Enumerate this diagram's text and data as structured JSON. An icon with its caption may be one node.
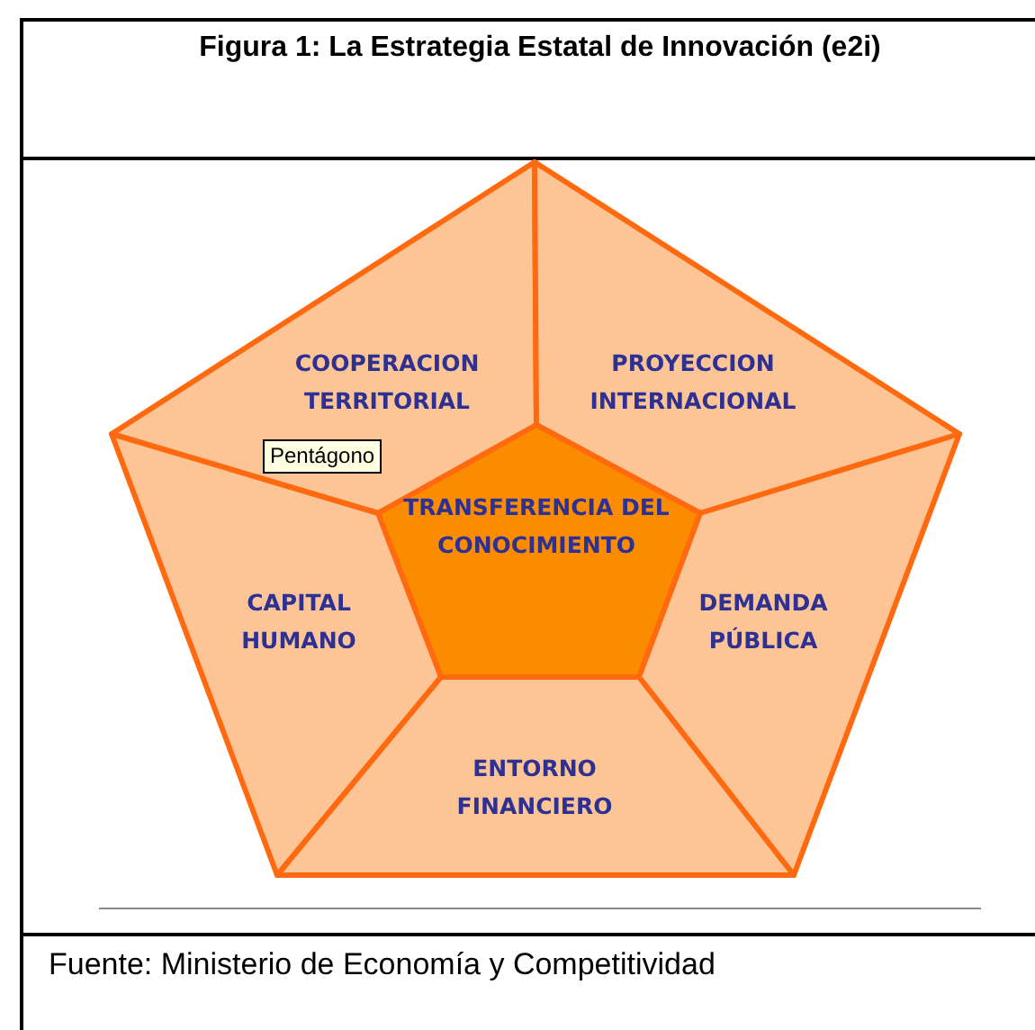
{
  "diagram": {
    "title": "Figura 1: La Estrategia Estatal de Innovación (e2i)",
    "nodes": [
      {
        "text": [
          "COOPERACION TERRITORIAL"
        ]
      },
      {
        "text": [
          "PROYECCION INTERNACIONAL"
        ]
      },
      {
        "text": [
          "TRANSFERENCIA DEL CONOCIMIENTO"
        ]
      },
      {
        "text": [
          "CAPITAL HUMANO"
        ]
      },
      {
        "text": [
          "DEMANDA PÚBLICA"
        ]
      },
      {
        "text": [
          "ENTORNO FINANCIERO"
        ]
      }
    ],
    "labels": [
      "Pentágono"
    ],
    "caption": "Fuente: Ministerio de Economía y Competitividad"
  }
}
